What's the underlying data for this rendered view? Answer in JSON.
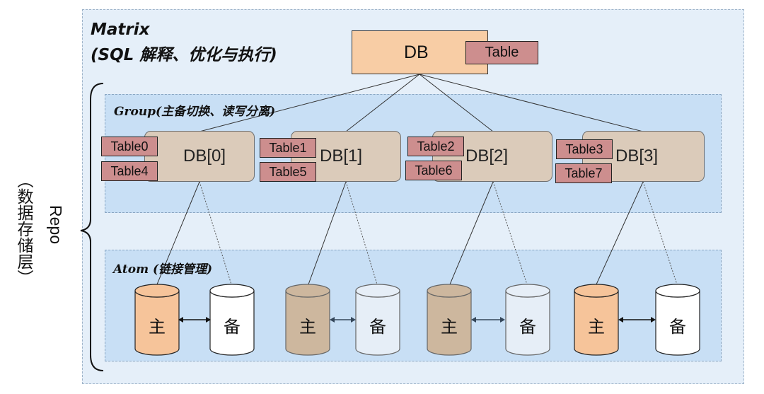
{
  "matrix": {
    "title": "Matrix",
    "subtitle": "(SQL 解释、优化与执行)"
  },
  "root": {
    "label": "DB",
    "table": "Table"
  },
  "group": {
    "title": "Group(主备切换、读写分离)"
  },
  "atom": {
    "title": "Atom (链接管理)"
  },
  "repo": {
    "label": "Repo",
    "cn": "（数据存储层）"
  },
  "shards": [
    {
      "label": "DB[0]",
      "tables": [
        "Table0",
        "Table4"
      ]
    },
    {
      "label": "DB[1]",
      "tables": [
        "Table1",
        "Table5"
      ]
    },
    {
      "label": "DB[2]",
      "tables": [
        "Table2",
        "Table6"
      ]
    },
    {
      "label": "DB[3]",
      "tables": [
        "Table3",
        "Table7"
      ]
    }
  ],
  "atoms": [
    {
      "primary": "主",
      "standby": "备"
    },
    {
      "primary": "主",
      "standby": "备"
    },
    {
      "primary": "主",
      "standby": "备"
    },
    {
      "primary": "主",
      "standby": "备"
    }
  ],
  "colors": {
    "primary_active": "#f6c49a",
    "primary_inactive": "#cdb79e",
    "standby_active": "#ffffff",
    "standby_inactive": "#e6eef7"
  }
}
